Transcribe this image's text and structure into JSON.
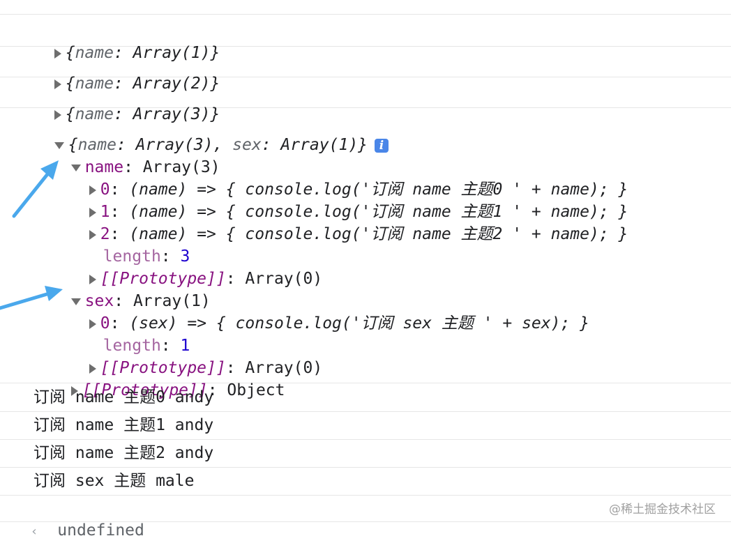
{
  "collapsed": [
    {
      "k": "name",
      "v": "Array(1)"
    },
    {
      "k": "name",
      "v": "Array(2)"
    },
    {
      "k": "name",
      "v": "Array(3)"
    }
  ],
  "expanded": {
    "k1": "name",
    "v1": "Array(3)",
    "k2": "sex",
    "v2": "Array(1)",
    "info": "i",
    "name_prop": {
      "key": "name",
      "val": "Array(3)"
    },
    "name_items": [
      {
        "idx": "0",
        "code": "(name) => { console.log('订阅 name 主题0 ' + name); }"
      },
      {
        "idx": "1",
        "code": "(name) => { console.log('订阅 name 主题1 ' + name); }"
      },
      {
        "idx": "2",
        "code": "(name) => { console.log('订阅 name 主题2 ' + name); }"
      }
    ],
    "name_length": {
      "key": "length",
      "val": "3"
    },
    "name_proto": {
      "key": "[[Prototype]]",
      "val": "Array(0)"
    },
    "sex_prop": {
      "key": "sex",
      "val": "Array(1)"
    },
    "sex_items": [
      {
        "idx": "0",
        "code": "(sex) => { console.log('订阅 sex 主题 ' + sex); }"
      }
    ],
    "sex_length": {
      "key": "length",
      "val": "1"
    },
    "sex_proto": {
      "key": "[[Prototype]]",
      "val": "Array(0)"
    },
    "obj_proto": {
      "key": "[[Prototype]]",
      "val": "Object"
    }
  },
  "logs": [
    "订阅 name 主题0 andy",
    "订阅 name 主题1 andy",
    "订阅 name 主题2 andy",
    "订阅 sex 主题 male"
  ],
  "result": "undefined",
  "prompt_icon": "chevron-left-icon",
  "watermark": "@稀土掘金技术社区",
  "colors": {
    "arrow": "#4aa8ec",
    "key": "#881280",
    "number": "#1c00cf",
    "info": "#4a86e8"
  }
}
